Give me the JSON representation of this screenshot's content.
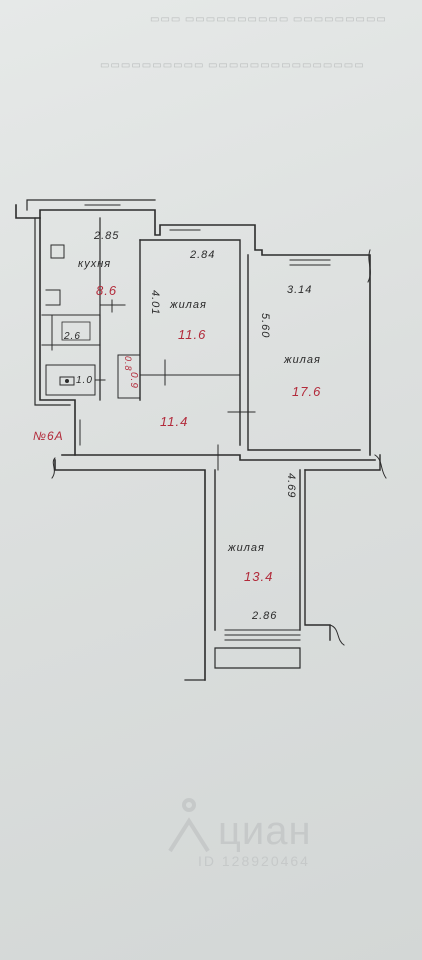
{
  "watermark": {
    "brand": "циан",
    "id": "ID 128920464"
  },
  "plan": {
    "apartment_number": "№6А",
    "rooms": [
      {
        "key": "kitchen",
        "name": "кухня",
        "area": "8.6",
        "width": "2.85"
      },
      {
        "key": "room1",
        "name": "жилая",
        "area": "11.6",
        "width": "2.84",
        "depth": "4.01"
      },
      {
        "key": "room2",
        "name": "жилая",
        "area": "17.6",
        "width": "3.14",
        "depth": "5.60"
      },
      {
        "key": "room3",
        "name": "жилая",
        "area": "13.4",
        "width": "2.86",
        "depth": "4.69"
      }
    ],
    "hall_area": "11.4",
    "bath_area": "2.6",
    "wc_area": "1.0",
    "storage_area": "0.9",
    "storage_depth": "0.8"
  }
}
